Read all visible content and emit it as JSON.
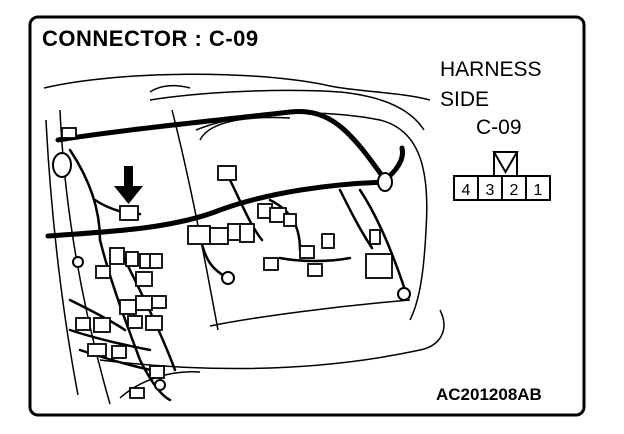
{
  "title": "CONNECTOR : C-09",
  "harness_label_line1": "HARNESS",
  "harness_label_line2": "SIDE",
  "connector_id": "C-09",
  "pins": [
    "4",
    "3",
    "2",
    "1"
  ],
  "figure_code": "AC201208AB"
}
